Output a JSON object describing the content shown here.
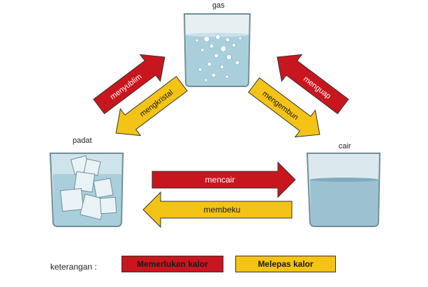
{
  "states": {
    "gas": "gas",
    "solid": "padat",
    "liquid": "cair"
  },
  "processes": {
    "sublimation": "menyublim",
    "deposition": "mengkristal",
    "evaporation": "menguap",
    "condensation": "mengembun",
    "melting": "mencair",
    "freezing": "membeku"
  },
  "legend": {
    "title": "keterangan :",
    "absorb_heat": "Memerlukan kalor",
    "release_heat": "Melepas kalor"
  },
  "colors": {
    "absorb": "#c8161e",
    "release": "#f3c316",
    "water": "#9cc7d6",
    "glass": "#dbe9ee"
  }
}
